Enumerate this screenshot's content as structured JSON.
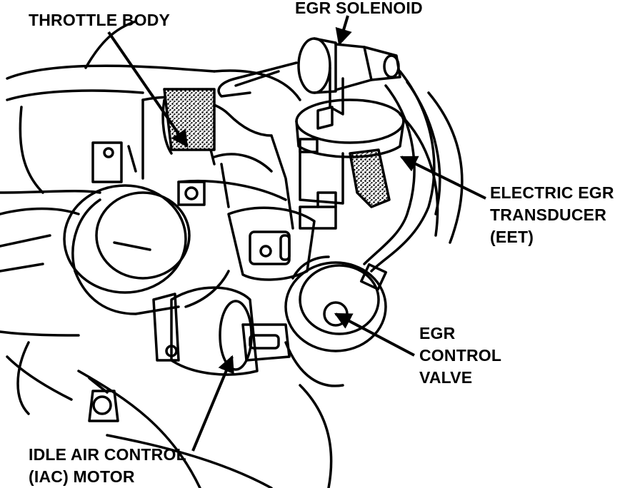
{
  "diagram": {
    "colors": {
      "ink": "#000000",
      "paper": "#ffffff"
    },
    "labels": {
      "throttle_body": [
        "THROTTLE BODY"
      ],
      "egr_solenoid": [
        "EGR SOLENOID"
      ],
      "eet": [
        "ELECTRIC EGR",
        "TRANSDUCER",
        "(EET)"
      ],
      "egr_valve": [
        "EGR",
        "CONTROL",
        "VALVE"
      ],
      "iac_motor": [
        "IDLE AIR CONTROL",
        "(IAC) MOTOR"
      ]
    }
  }
}
